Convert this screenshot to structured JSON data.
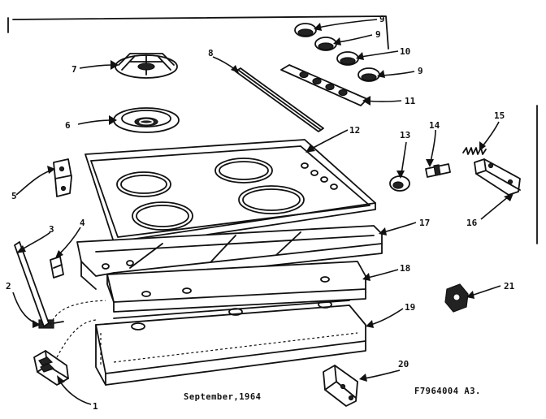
{
  "callouts": {
    "c1": "1",
    "c2": "2",
    "c3": "3",
    "c4": "4",
    "c5": "5",
    "c6": "6",
    "c7": "7",
    "c8": "8",
    "c9a": "9",
    "c9b": "9",
    "c9c": "9",
    "c10": "10",
    "c11": "11",
    "c12": "12",
    "c13": "13",
    "c14": "14",
    "c15": "15",
    "c16": "16",
    "c17": "17",
    "c18": "18",
    "c19": "19",
    "c20": "20",
    "c21": "21"
  },
  "footer": {
    "date": "September,1964",
    "part_code": "F7964004 A3."
  }
}
